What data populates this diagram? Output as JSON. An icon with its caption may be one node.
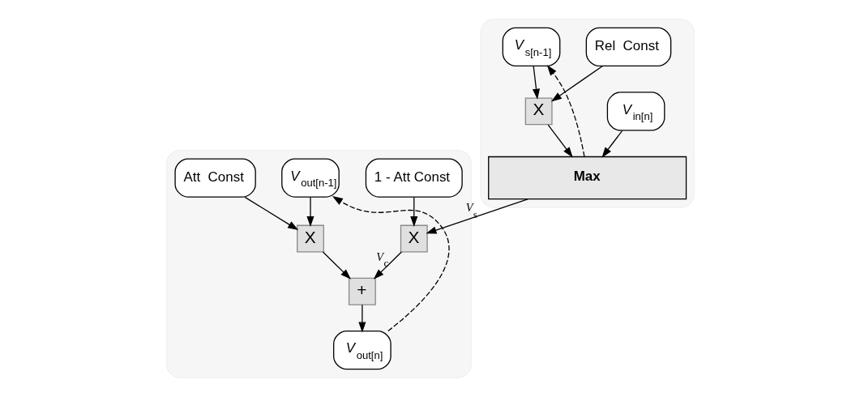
{
  "diagram": {
    "nodes": [
      {
        "text": [],
        "shape": "box"
      },
      {
        "text": [
          "V$_{in[n]}$"
        ],
        "in": 0
      },
      {
        "text": [
          "Rel  Const"
        ],
        "in": 0
      },
      {
        "text": [
          "X"
        ],
        "in": 0
      },
      {
        "text": [
          "V$_{s[n-1]}$"
        ],
        "in": 0
      },
      {
        "text": [
          "Max"
        ],
        "in": 0
      },
      {
        "text": [],
        "shape": "box"
      },
      {
        "text": [
          "V$_{out[n-1]}$"
        ],
        "in": 6
      },
      {
        "text": [
          "X"
        ],
        "in": 6
      },
      {
        "text": [
          "Att  Const"
        ],
        "in": 6
      },
      {
        "text": [
          "1 - Att Const"
        ],
        "in": 6
      },
      {
        "text": [
          "X"
        ],
        "in": 6
      },
      {
        "text": [
          "+"
        ],
        "in": 6
      },
      {
        "text": [
          "V$_{out[n]}$"
        ],
        "in": 6
      }
    ],
    "edges": [
      {
        "from": 1,
        "to": 5,
        "arrow": "to"
      },
      {
        "from": 2,
        "to": 3,
        "arrow": "to"
      },
      {
        "from": 4,
        "to": 3,
        "arrow": "to"
      },
      {
        "from": 3,
        "to": 5,
        "arrow": "to"
      },
      {
        "from": 5,
        "to": 4,
        "arrow": "to",
        "style": "dashed"
      },
      {
        "from": 5,
        "to": 11,
        "arrow": "to",
        "label": "V$_{s}$"
      },
      {
        "from": 10,
        "to": 11,
        "arrow": "to"
      },
      {
        "from": 11,
        "to": 12,
        "arrow": "to",
        "label": "V$_{c}$"
      },
      {
        "from": 7,
        "to": 8,
        "arrow": "to"
      },
      {
        "from": 9,
        "to": 8,
        "arrow": "to"
      },
      {
        "from": 8,
        "to": 12,
        "arrow": "to"
      },
      {
        "from": 12,
        "to": 13,
        "arrow": "to"
      },
      {
        "from": 13,
        "to": 7,
        "arrow": "to",
        "style": "dashed"
      }
    ]
  }
}
